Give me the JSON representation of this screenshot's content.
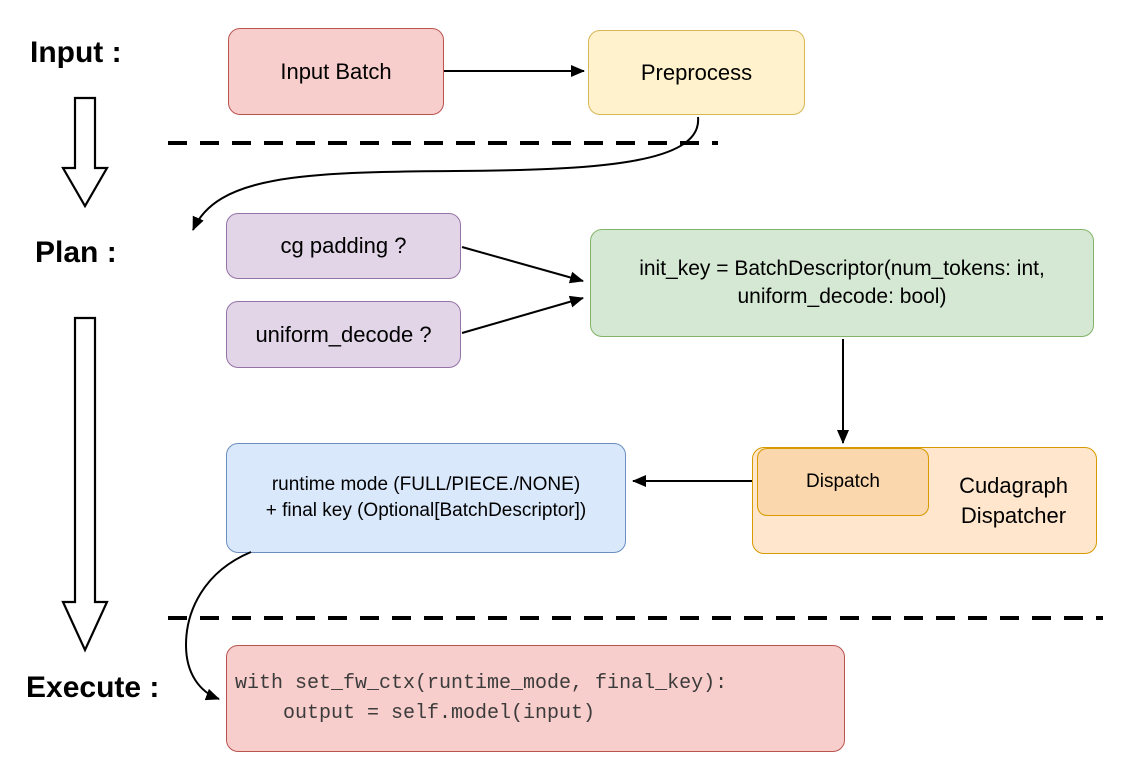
{
  "stage_labels": {
    "input": "Input :",
    "plan": "Plan :",
    "execute": "Execute :"
  },
  "nodes": {
    "input_batch": "Input Batch",
    "preprocess": "Preprocess",
    "cg_padding": "cg padding ?",
    "uniform_decode": "uniform_decode ?",
    "init_key": "init_key = BatchDescriptor(num_tokens: int,\nuniform_decode: bool)",
    "dispatch": "Dispatch",
    "cudagraph_dispatcher": "Cudagraph\nDispatcher",
    "runtime_mode": "runtime mode (FULL/PIECE./NONE)\n+ final key (Optional[BatchDescriptor])",
    "execute_code": "with set_fw_ctx(runtime_mode, final_key):\n    output = self.model(input)"
  },
  "colors": {
    "red_fill": "#f8cecc",
    "red_stroke": "#b85450",
    "yellow_fill": "#fff2cc",
    "yellow_stroke": "#d6b656",
    "purple_fill": "#e1d5e7",
    "purple_stroke": "#9673a6",
    "green_fill": "#d5e8d4",
    "green_stroke": "#82b366",
    "blue_fill": "#dae8fc",
    "blue_stroke": "#6c8ebf",
    "orange_outer_fill": "#ffe6cc",
    "orange_inner_fill": "#fad7ac",
    "orange_stroke": "#d79b00",
    "arrow_color": "#000000",
    "code_text_color": "#3b3b3b"
  }
}
